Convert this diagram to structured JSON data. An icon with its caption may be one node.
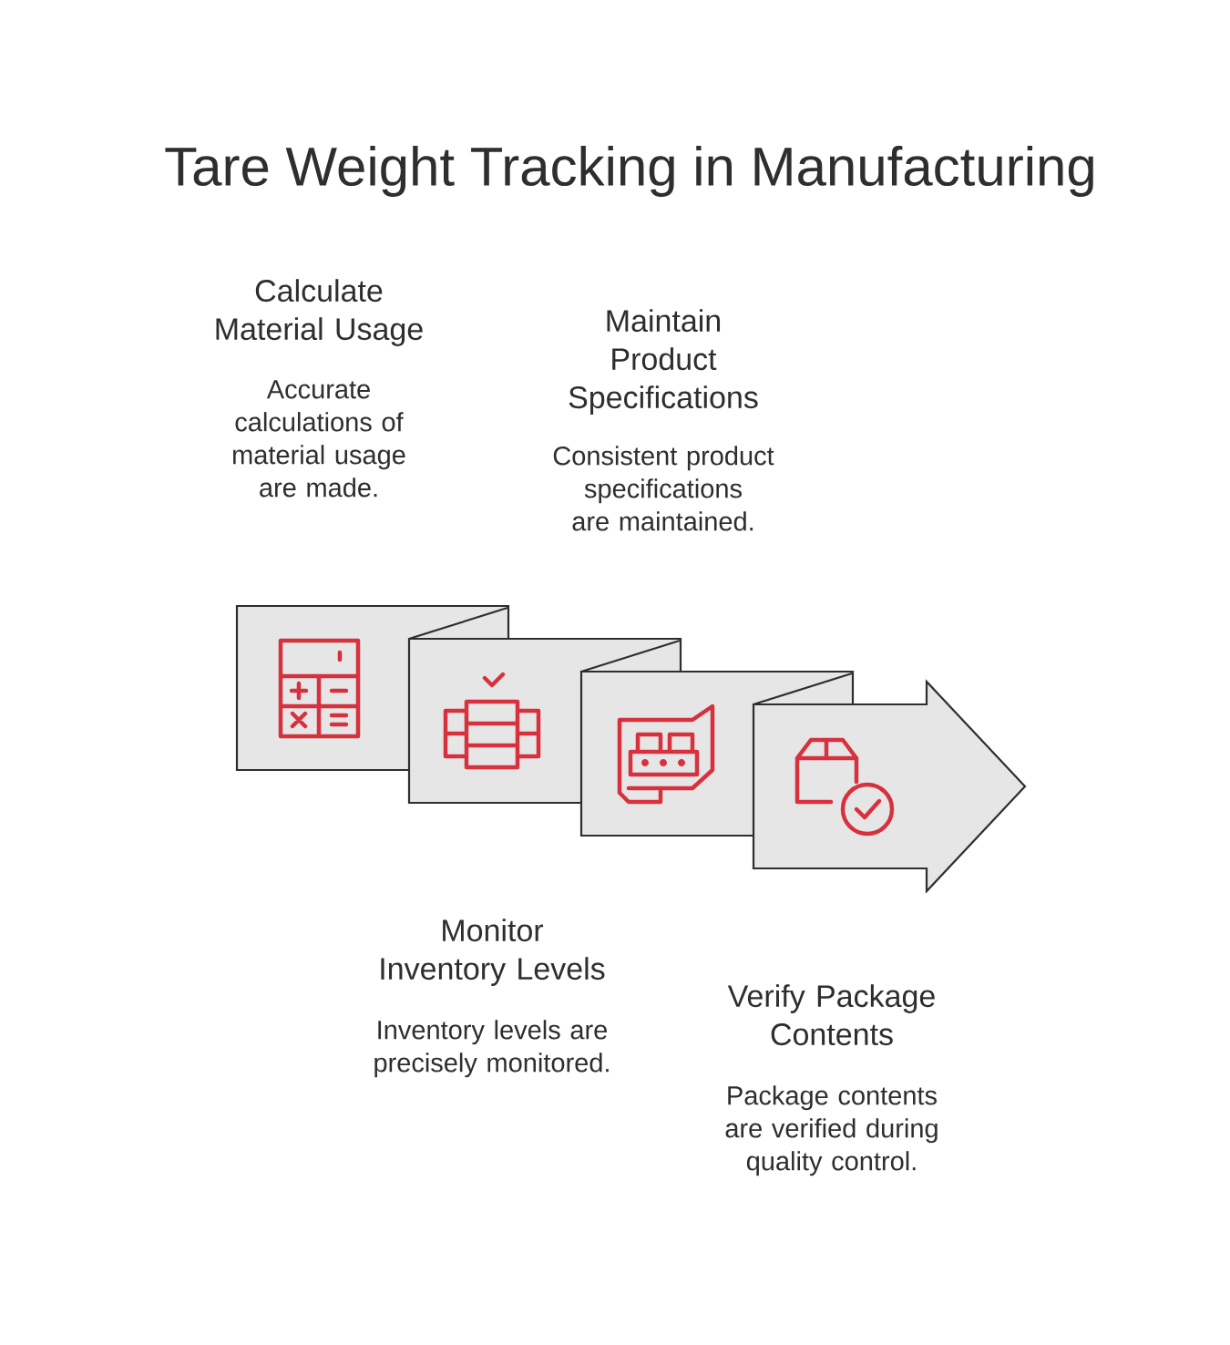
{
  "diagram": {
    "title": "Tare Weight Tracking in Manufacturing",
    "nodes": [
      {
        "text": [],
        "shape": "box",
        "beside": [
          "Calculate Material Usage",
          "Accurate calculations of material usage are made."
        ]
      },
      {
        "text": [],
        "shape": "box",
        "beside": [
          "Maintain Product Specifications",
          "Consistent product specifications are maintained."
        ]
      },
      {
        "text": [],
        "shape": "box",
        "beside": [
          "Monitor Inventory Levels",
          "Inventory levels are precisely monitored."
        ]
      },
      {
        "text": [],
        "shape": "arrow",
        "beside": [
          "Verify Package Contents",
          "Package contents are verified during quality control."
        ]
      }
    ]
  }
}
